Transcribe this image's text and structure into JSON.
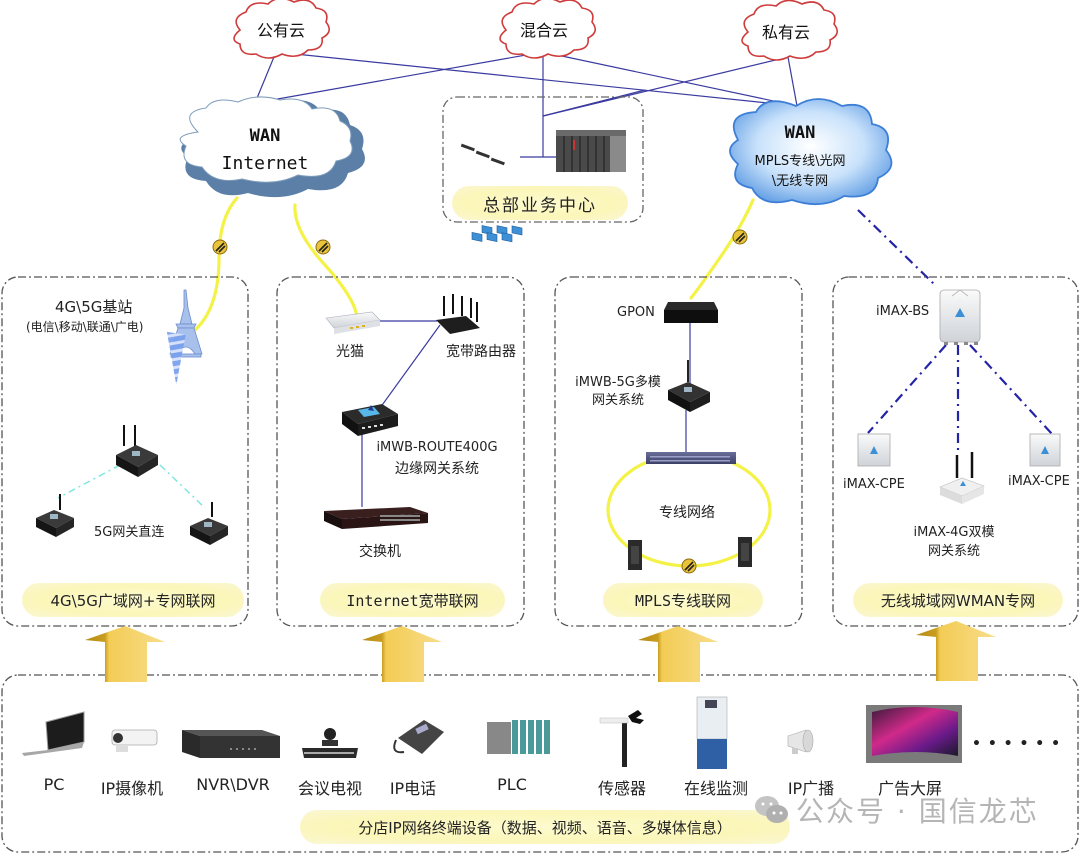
{
  "clouds": {
    "public": "公有云",
    "hybrid": "混合云",
    "private": "私有云",
    "wan_internet": {
      "line1": "WAN",
      "line2": "Internet"
    },
    "wan_mpls": {
      "line1": "WAN",
      "line2": "MPLS专线\\光网",
      "line3": "\\无线专网"
    }
  },
  "hq": {
    "title": "总部业务中心"
  },
  "panels": [
    {
      "id": "cellular",
      "title": "4G\\5G广域网+专网联网",
      "base_station": "4G\\5G基站",
      "carriers": "(电信\\移动\\联通\\广电)",
      "direct_label": "5G网关直连"
    },
    {
      "id": "broadband",
      "title": "Internet宽带联网",
      "modem": "光猫",
      "router": "宽带路由器",
      "gateway_line1": "iMWB-ROUTE400G",
      "gateway_line2": "边缘网关系统",
      "switch": "交换机"
    },
    {
      "id": "mpls",
      "title": "MPLS专线联网",
      "gpon": "GPON",
      "gateway_line1": "iMWB-5G多模",
      "gateway_line2": "网关系统",
      "ring": "专线网络"
    },
    {
      "id": "wman",
      "title": "无线城域网WMAN专网",
      "bs": "iMAX-BS",
      "cpe_left": "iMAX-CPE",
      "cpe_right": "iMAX-CPE",
      "gateway_line1": "iMAX-4G双模",
      "gateway_line2": "网关系统"
    }
  ],
  "devices": {
    "items": [
      {
        "label": "PC",
        "icon": "laptop-icon"
      },
      {
        "label": "IP摄像机",
        "icon": "camera-icon"
      },
      {
        "label": "NVR\\DVR",
        "icon": "nvr-icon"
      },
      {
        "label": "会议电视",
        "icon": "conference-camera-icon"
      },
      {
        "label": "IP电话",
        "icon": "phone-icon"
      },
      {
        "label": "PLC",
        "icon": "plc-icon"
      },
      {
        "label": "传感器",
        "icon": "sensor-icon"
      },
      {
        "label": "在线监测",
        "icon": "monitor-cabinet-icon"
      },
      {
        "label": "IP广播",
        "icon": "speaker-icon"
      },
      {
        "label": "广告大屏",
        "icon": "screen-icon"
      }
    ],
    "ellipsis": "• • • • • •",
    "title": "分店IP网络终端设备（数据、视频、语音、多媒体信息）"
  },
  "watermark": "公众号 · 国信龙芯",
  "colors": {
    "link_line": "#3a3aa0",
    "fiber": "#f2f23a",
    "wireless_link": "#2a2aa8",
    "cloud_red": "#d23030",
    "cloud_blue": "#4a8ad8",
    "pill_bg": "#fbf6b8",
    "arrow_gold": "#e2b83a"
  }
}
